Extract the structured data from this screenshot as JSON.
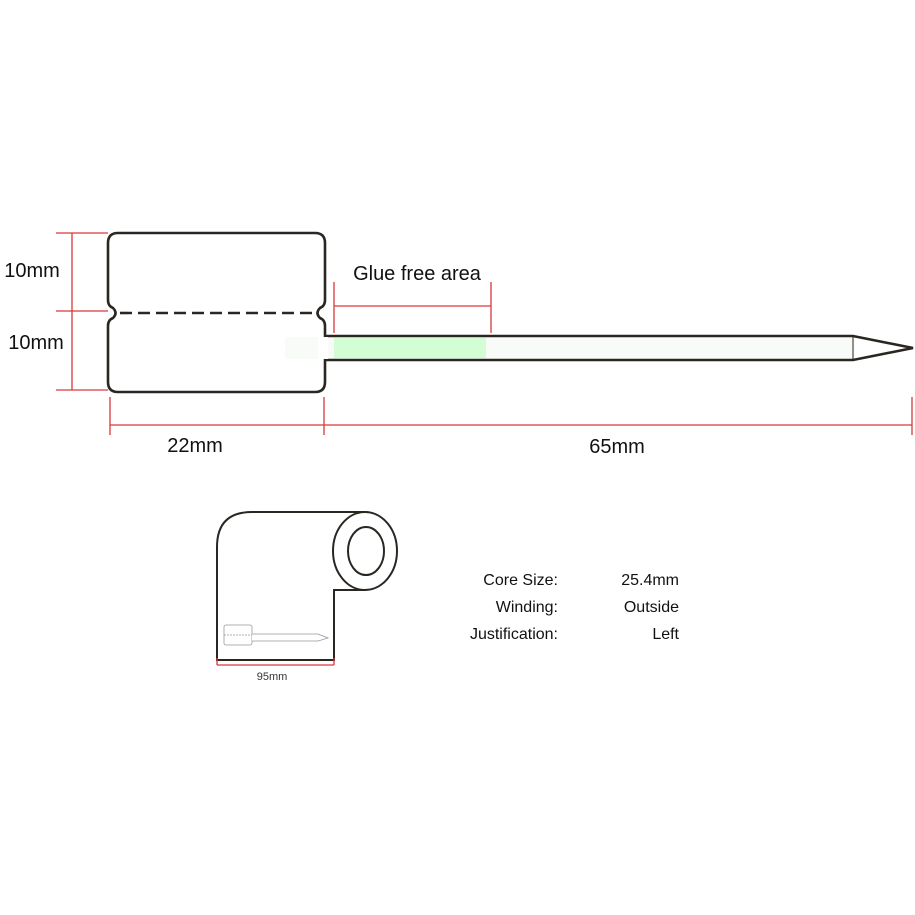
{
  "dimensions": {
    "top_height": "10mm",
    "bottom_height": "10mm",
    "head_width": "22mm",
    "tail_length": "65mm",
    "glue_free_label": "Glue free area",
    "roll_width": "95mm"
  },
  "specs": [
    {
      "label": "Core Size:",
      "value": "25.4mm"
    },
    {
      "label": "Winding:",
      "value": "Outside"
    },
    {
      "label": "Justification:",
      "value": "Left"
    }
  ],
  "colors": {
    "dimension": "#d9383a",
    "outline": "#2a2622",
    "glue_free": "#d3fdd3"
  }
}
